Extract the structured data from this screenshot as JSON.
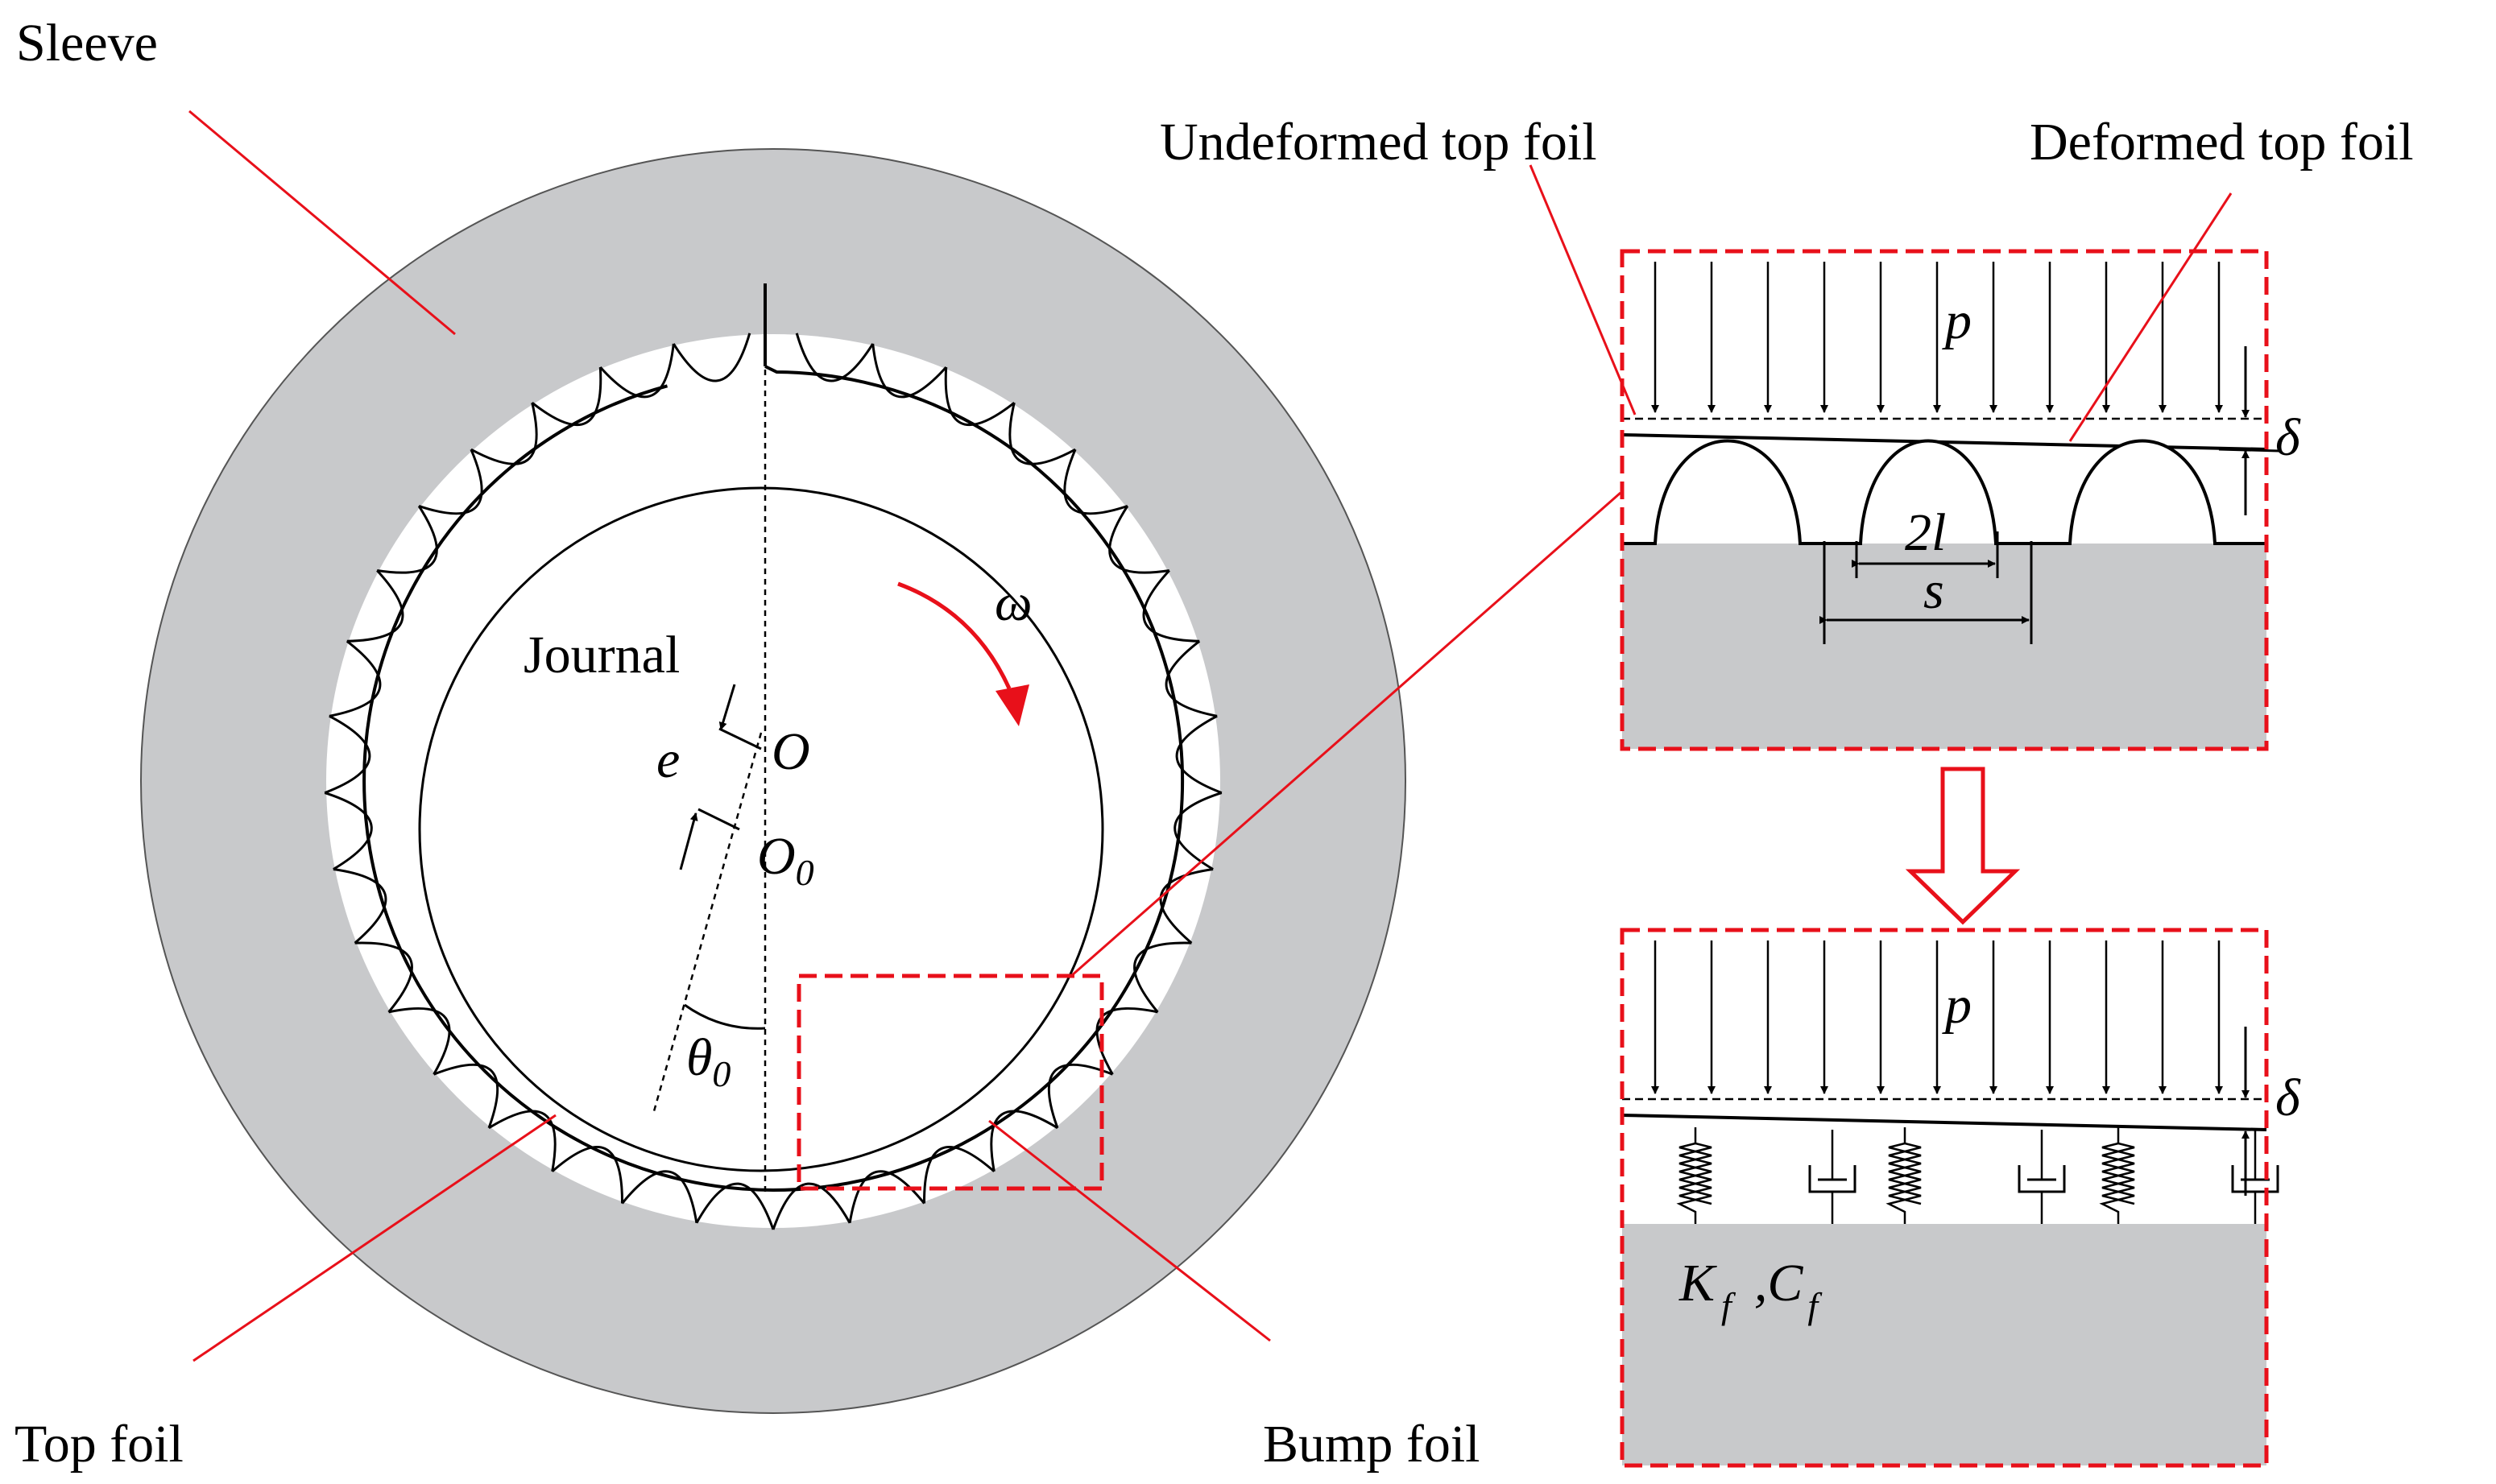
{
  "labels": {
    "sleeve": "Sleeve",
    "journal": "Journal",
    "top_foil": "Top foil",
    "bump_foil": "Bump foil",
    "undeformed_top_foil": "Undeformed top foil",
    "deformed_top_foil": "Deformed top foil"
  },
  "symbols": {
    "omega": "ω",
    "e": "e",
    "O": "O",
    "O0_base": "O",
    "O0_sub": "0",
    "theta0_base": "θ",
    "theta0_sub": "0",
    "p_top": "p",
    "p_bottom": "p",
    "delta_top": "δ",
    "delta_bottom": "δ",
    "two_l": "2l",
    "s": "s",
    "K": "K",
    "K_sub": "f",
    "comma": ",",
    "C": "C",
    "C_sub": "f"
  },
  "colors": {
    "sleeve_fill": "#c8c9cb",
    "accent_red": "#e8101a",
    "ink": "#000000"
  }
}
